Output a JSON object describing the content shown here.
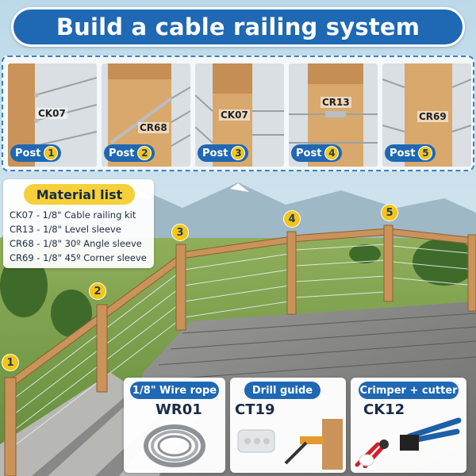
{
  "banner": {
    "title": "Build a cable railing system"
  },
  "posts": [
    {
      "label": "Post",
      "number": "1",
      "part": "CK07"
    },
    {
      "label": "Post",
      "number": "2",
      "part": "CR68"
    },
    {
      "label": "Post",
      "number": "3",
      "part": "CK07"
    },
    {
      "label": "Post",
      "number": "4",
      "part": "CR13"
    },
    {
      "label": "Post",
      "number": "5",
      "part": "CR69"
    }
  ],
  "material_list": {
    "title": "Material list",
    "items": [
      "CK07 - 1/8\" Cable railing kit",
      "CR13 - 1/8\" Level sleeve",
      "CR68 - 1/8\" 30º Angle sleeve",
      "CR69 - 1/8\" 45º Corner sleeve"
    ]
  },
  "markers": [
    "1",
    "2",
    "3",
    "4",
    "5"
  ],
  "products": [
    {
      "title": "1/8\" Wire rope",
      "code": "WR01"
    },
    {
      "title": "Drill guide",
      "code": "CT19"
    },
    {
      "title": "Crimper + cutter",
      "code": "CK12"
    }
  ],
  "colors": {
    "brand_blue": "#1f68b3",
    "accent_yellow": "#f5c518",
    "wood": "#c9935a"
  }
}
